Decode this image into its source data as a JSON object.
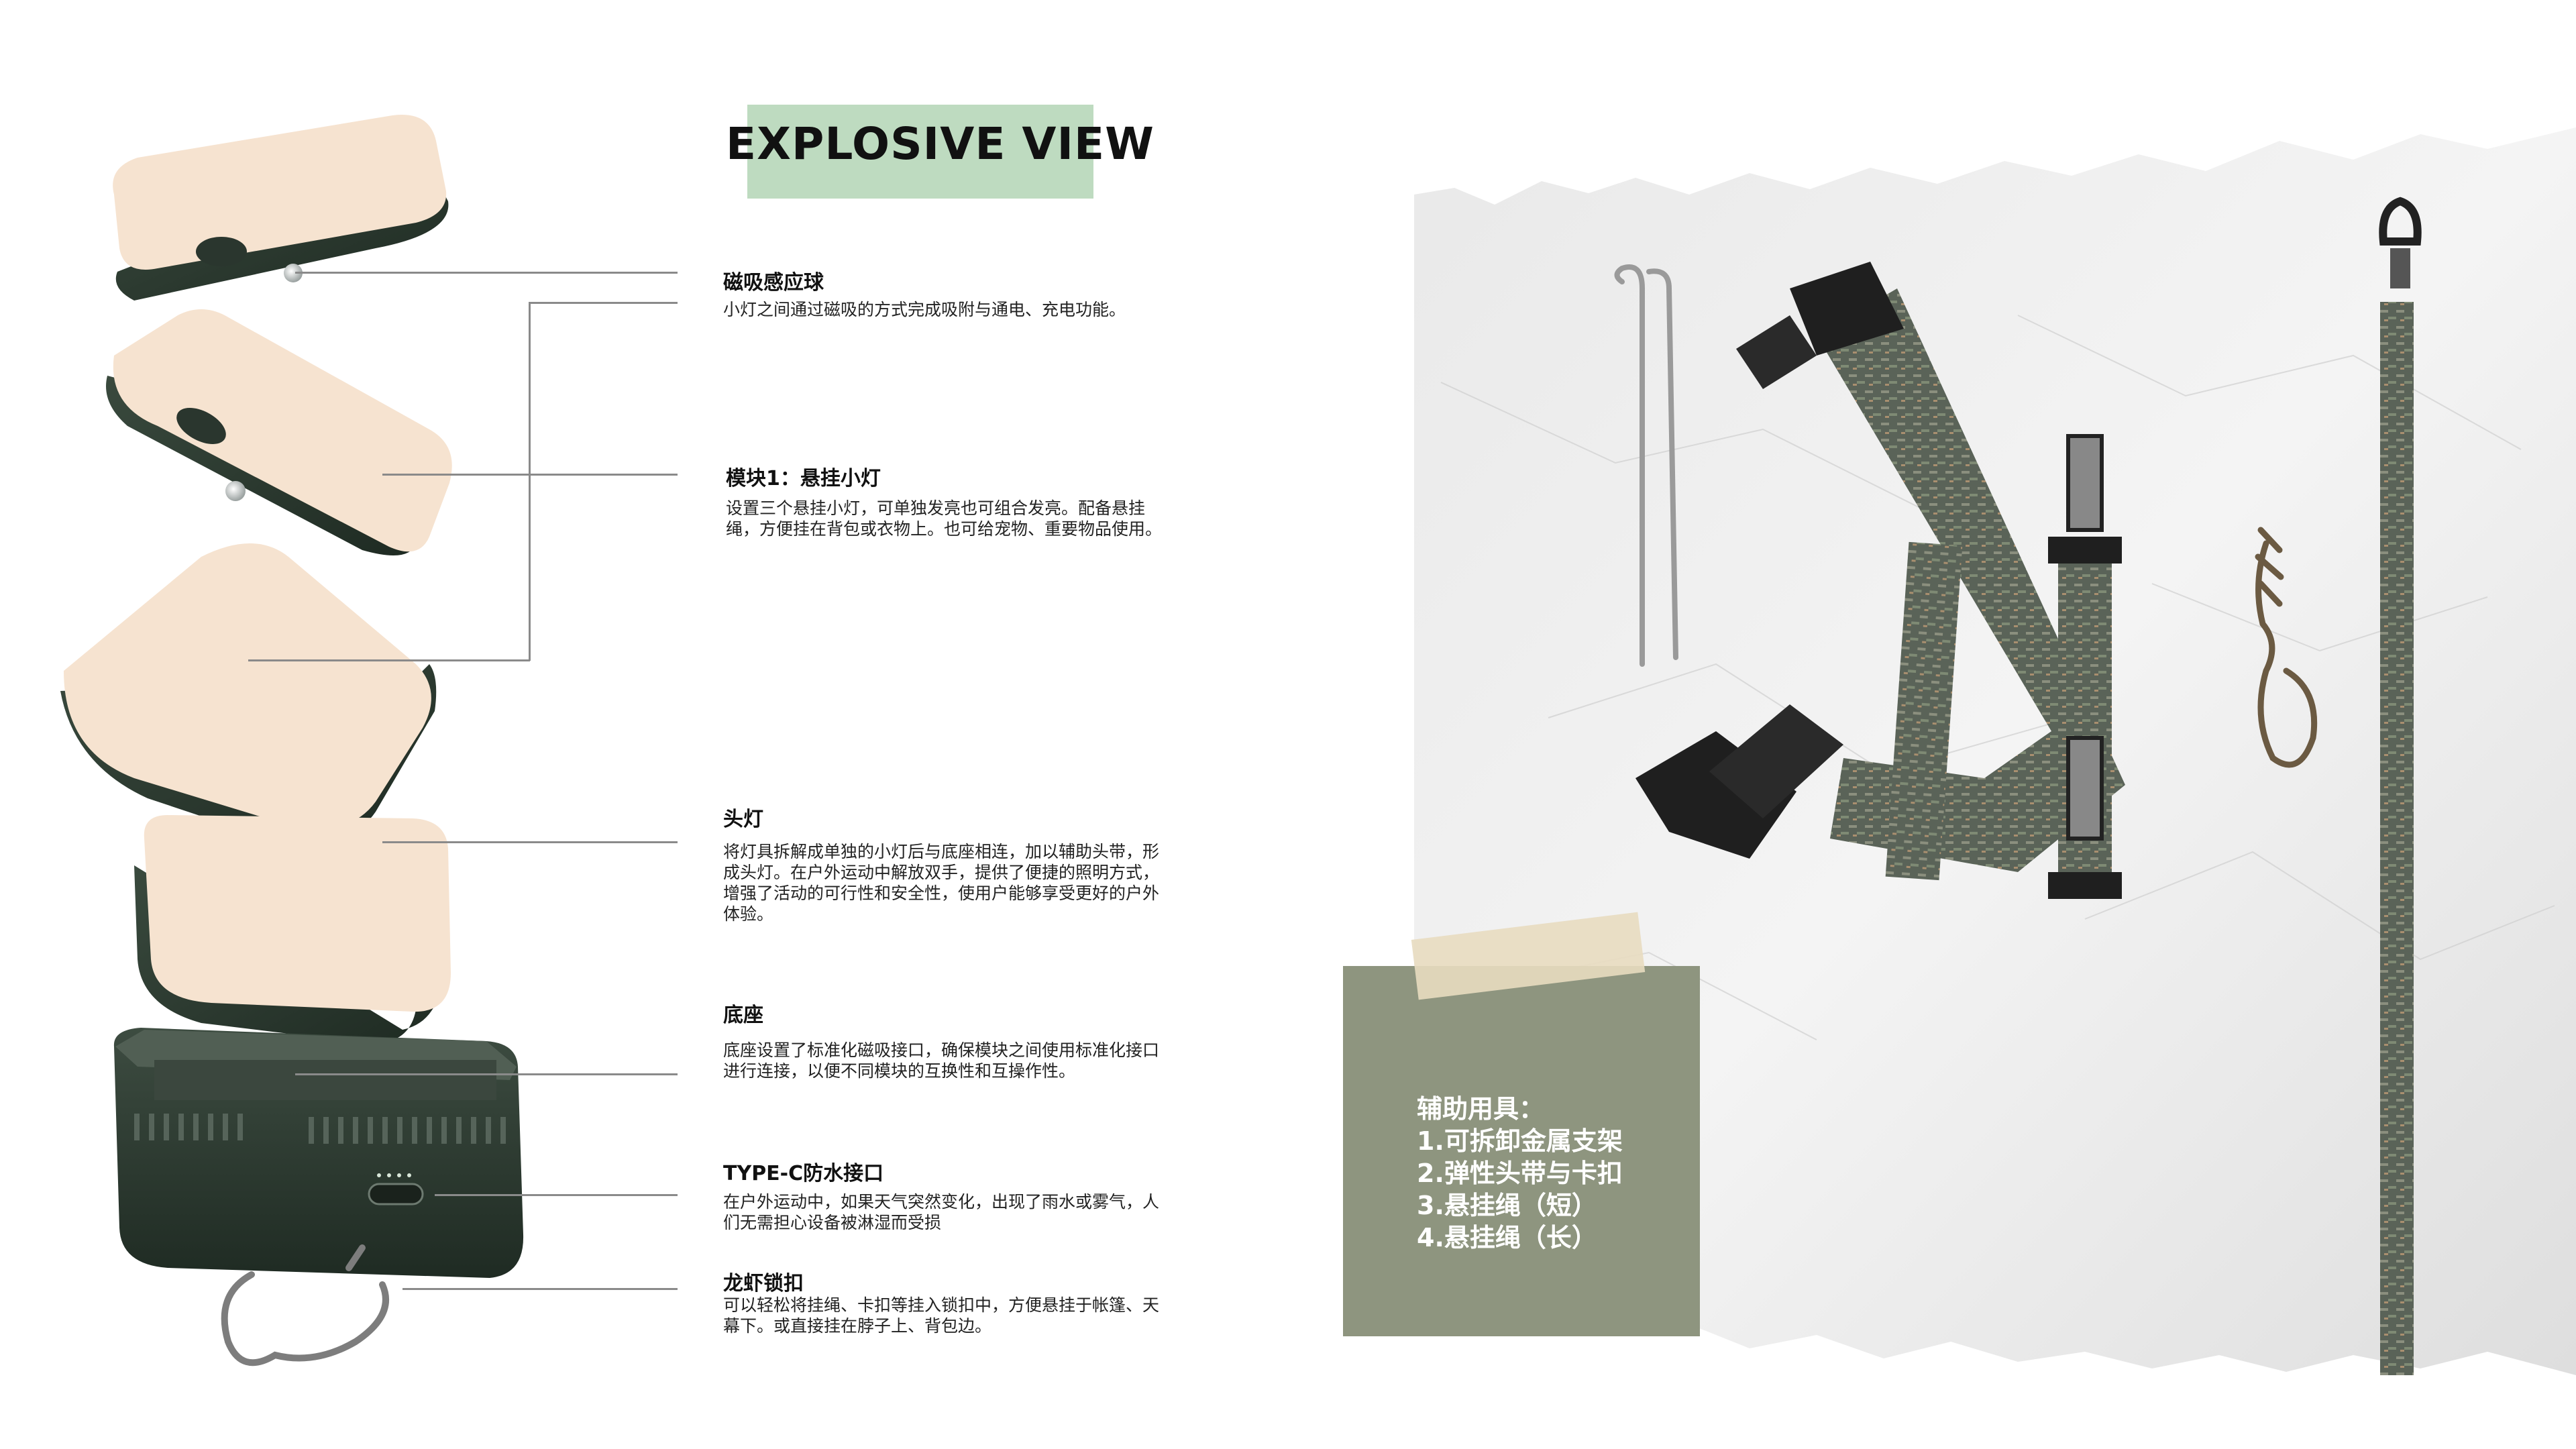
{
  "header": {
    "title": "EXPLOSIVE VIEW"
  },
  "annotations": [
    {
      "heading": "磁吸感应球",
      "body": "小灯之间通过磁吸的方式完成吸附与通电、充电功能。"
    },
    {
      "heading": "模块1：悬挂小灯",
      "body": "设置三个悬挂小灯，可单独发亮也可组合发亮。配备悬挂绳，方便挂在背包或衣物上。也可给宠物、重要物品使用。"
    },
    {
      "heading": "头灯",
      "body": "将灯具拆解成单独的小灯后与底座相连，加以辅助头带，形成头灯。在户外运动中解放双手，提供了便捷的照明方式，增强了活动的可行性和安全性，使用户能够享受更好的户外体验。"
    },
    {
      "heading": "底座",
      "body": "底座设置了标准化磁吸接口，确保模块之间使用标准化接口进行连接，以便不同模块的互换性和互操作性。"
    },
    {
      "heading": "TYPE-C防水接口",
      "body": "在户外运动中，如果天气突然变化，出现了雨水或雾气，人们无需担心设备被淋湿而受损"
    },
    {
      "heading": "龙虾锁扣",
      "body": "可以轻松将挂绳、卡扣等挂入锁扣中，方便悬挂于帐篷、天幕下。或直接挂在脖子上、背包边。"
    }
  ],
  "accessories_card": {
    "title": "辅助用具：",
    "items": [
      "1.可拆卸金属支架",
      "2.弹性头带与卡扣",
      "3.悬挂绳（短）",
      "4.悬挂绳（长）"
    ]
  },
  "colors": {
    "shell_dark_green": "#2f3d33",
    "shell_cream": "#f6e3d0",
    "title_tape": "#b9d8bb",
    "card_green": "#8e957f",
    "strap_gray": "#5a6358"
  }
}
